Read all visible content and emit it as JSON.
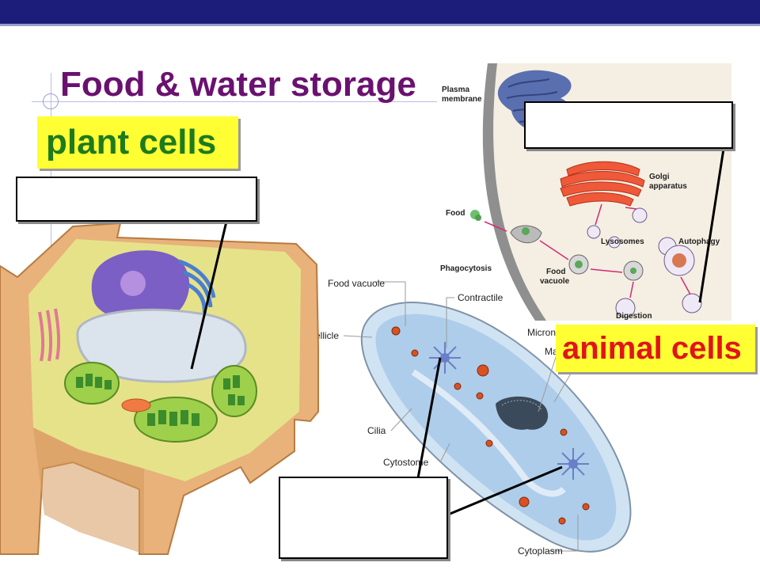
{
  "slide": {
    "title": "Food & water storage",
    "plant_tag": "plant cells",
    "animal_tag": "animal cells"
  },
  "lysosome_diagram": {
    "labels": {
      "plasma_membrane_1": "Plasma",
      "plasma_membrane_2": "membrane",
      "golgi_1": "Golgi",
      "golgi_2": "apparatus",
      "food": "Food",
      "lysosomes": "Lysosomes",
      "autophagy": "Autophagy",
      "phagocytosis": "Phagocytosis",
      "food_vacuole_1": "Food",
      "food_vacuole_2": "vacuole",
      "digestion": "Digestion"
    }
  },
  "paramecium_diagram": {
    "labels": {
      "food_vacuole": "Food vacuole",
      "contractile": "Contractile",
      "pellicle": "Pellicle",
      "micron": "Micron",
      "ma": "Ma",
      "cilia": "Cilia",
      "cytostome": "Cytostome",
      "cytoplasm": "Cytoplasm"
    }
  },
  "colors": {
    "top_bar": "#1c1c7a",
    "title": "#6a1170",
    "tag_background": "#ffff33",
    "plant_tag_text": "#1e7a1e",
    "animal_tag_text": "#e0141a"
  }
}
